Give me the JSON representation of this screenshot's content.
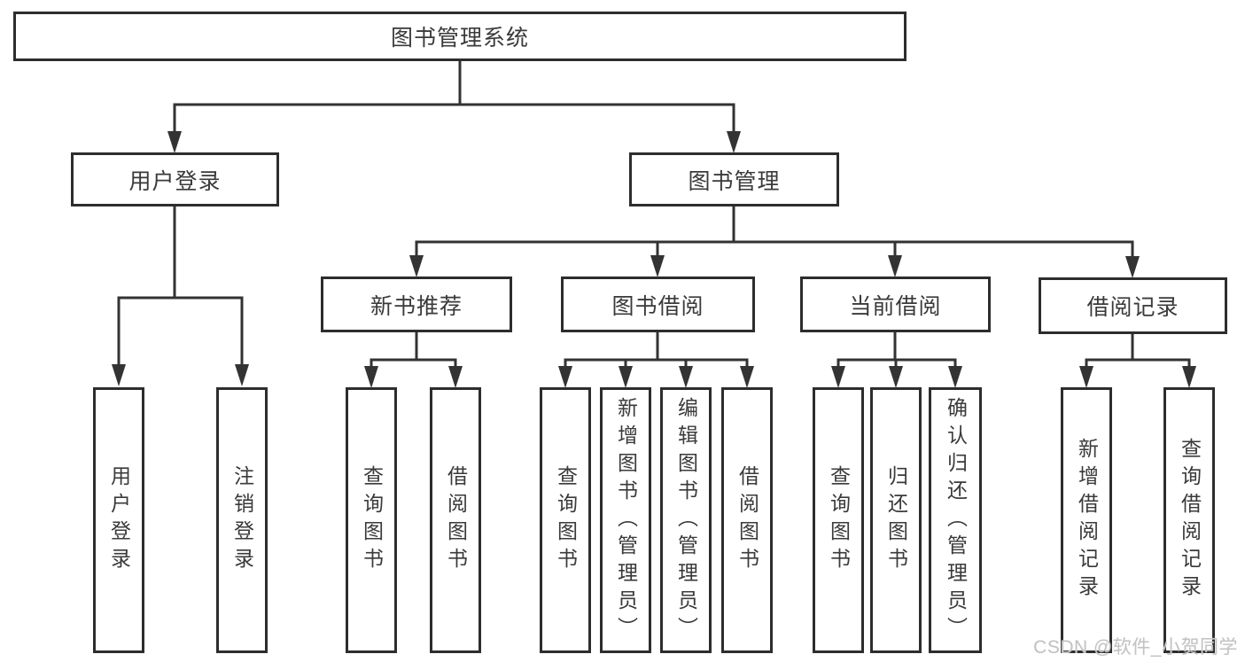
{
  "diagram": {
    "title": "图书管理系统",
    "level2": [
      {
        "label": "用户登录"
      },
      {
        "label": "图书管理"
      }
    ],
    "level3": [
      {
        "label": "新书推荐"
      },
      {
        "label": "图书借阅"
      },
      {
        "label": "当前借阅"
      },
      {
        "label": "借阅记录"
      }
    ],
    "leaves": {
      "user_login": [
        "用户登录",
        "注销登录"
      ],
      "new_book": [
        "查询图书",
        "借阅图书"
      ],
      "book_borrow": [
        "查询图书",
        "新增图书（管理员）",
        "编辑图书（管理员）",
        "借阅图书"
      ],
      "current_borrow": [
        "查询图书",
        "归还图书",
        "确认归还（管理员）"
      ],
      "borrow_record": [
        "新增借阅记录",
        "查询借阅记录"
      ]
    }
  },
  "watermark": {
    "text": "CSDN @软件_小贺同学",
    "color": "#c3c3c3"
  },
  "colors": {
    "line": "#333333",
    "border": "#2d2d2d",
    "text": "#3a3a3a",
    "background": "#ffffff"
  }
}
